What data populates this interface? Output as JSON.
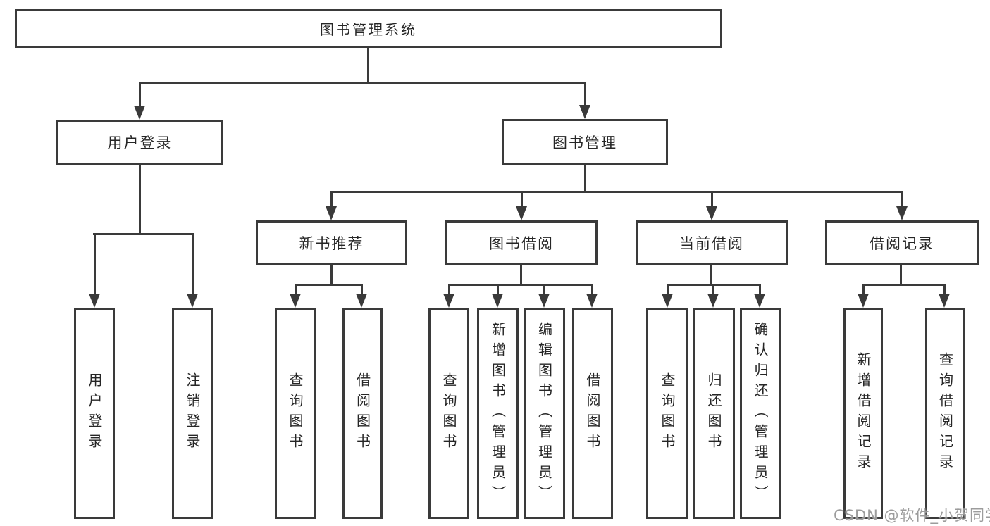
{
  "tree": {
    "label": "图书管理系统",
    "children": [
      {
        "label": "用户登录",
        "children": [
          {
            "label": "用户登录"
          },
          {
            "label": "注销登录"
          }
        ]
      },
      {
        "label": "图书管理",
        "children": [
          {
            "label": "新书推荐",
            "children": [
              {
                "label": "查询图书"
              },
              {
                "label": "借阅图书"
              }
            ]
          },
          {
            "label": "图书借阅",
            "children": [
              {
                "label": "查询图书"
              },
              {
                "label": "新增图书（管理员）"
              },
              {
                "label": "编辑图书（管理员）"
              },
              {
                "label": "借阅图书"
              }
            ]
          },
          {
            "label": "当前借阅",
            "children": [
              {
                "label": "查询图书"
              },
              {
                "label": "归还图书"
              },
              {
                "label": "确认归还（管理员）"
              }
            ]
          },
          {
            "label": "借阅记录",
            "children": [
              {
                "label": "新增借阅记录"
              },
              {
                "label": "查询借阅记录"
              }
            ]
          }
        ]
      }
    ]
  },
  "watermark": {
    "text": "CSDN @软件_小贺同学"
  },
  "colors": {
    "line": "#3a3a3a",
    "text": "#262626",
    "background": "#ffffff"
  }
}
